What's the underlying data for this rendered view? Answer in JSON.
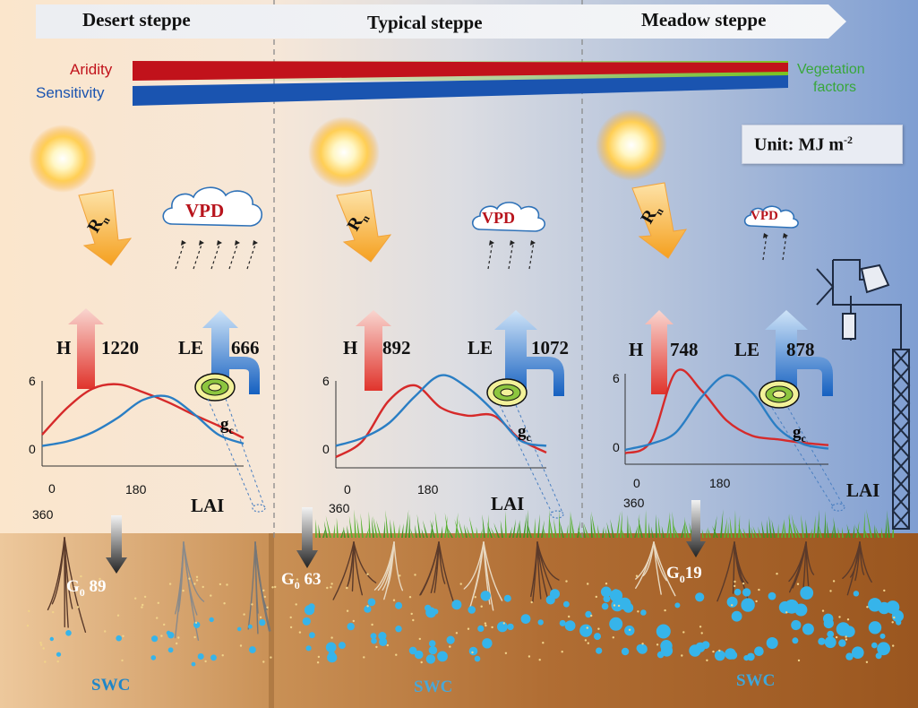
{
  "zones": [
    {
      "title": "Desert steppe",
      "H": "1220",
      "LE": "666",
      "G0": "89"
    },
    {
      "title": "Typical steppe",
      "H": "892",
      "LE": "1072",
      "G0": "63"
    },
    {
      "title": "Meadow steppe",
      "H": "748",
      "LE": "878",
      "G0": "19"
    }
  ],
  "gradient": {
    "aridity_label": "Aridity",
    "sensitivity_label": "Sensitivity",
    "vegetation_label_line1": "Vegetation",
    "vegetation_label_line2": "factors",
    "aridity_color": "#c1121b",
    "sensitivity_color": "#1a54b0",
    "vegetation_color": "#7cc520"
  },
  "unit": {
    "text": "Unit: MJ m",
    "exponent": "-2"
  },
  "labels": {
    "rn": "R",
    "rn_sub": "n",
    "vpd": "VPD",
    "h": "H",
    "le": "LE",
    "gc": "g",
    "gc_sub": "c",
    "lai": "LAI",
    "g0": "G",
    "g0_sub": "0",
    "swc": "SWC"
  },
  "chart_axes": {
    "y_ticks": [
      "6",
      "0"
    ],
    "x_ticks": [
      "0",
      "180",
      "360"
    ]
  },
  "chart_data": [
    {
      "type": "line",
      "title": "Desert steppe diurnal fluxes",
      "x": [
        0,
        45,
        90,
        135,
        180,
        225,
        270,
        315,
        360
      ],
      "xlim": [
        0,
        360
      ],
      "ylim": [
        0,
        6
      ],
      "series": [
        {
          "name": "H",
          "color": "#d62a2a",
          "values": [
            1.2,
            3.6,
            5.3,
            5.7,
            5.0,
            4.1,
            3.0,
            2.0,
            0.9
          ]
        },
        {
          "name": "LE",
          "color": "#2a7ec4",
          "values": [
            0.2,
            0.6,
            1.4,
            2.7,
            4.3,
            4.6,
            3.1,
            1.2,
            0.4
          ]
        }
      ]
    },
    {
      "type": "line",
      "title": "Typical steppe diurnal fluxes",
      "x": [
        0,
        45,
        90,
        135,
        180,
        225,
        270,
        315,
        360
      ],
      "xlim": [
        0,
        360
      ],
      "ylim": [
        0,
        6
      ],
      "series": [
        {
          "name": "H",
          "color": "#d62a2a",
          "values": [
            -0.8,
            0.6,
            4.2,
            5.6,
            3.6,
            2.9,
            2.9,
            0.8,
            -0.4
          ]
        },
        {
          "name": "LE",
          "color": "#2a7ec4",
          "values": [
            0.2,
            0.9,
            2.2,
            4.6,
            6.5,
            5.4,
            3.3,
            0.7,
            0.2
          ]
        }
      ]
    },
    {
      "type": "line",
      "title": "Meadow steppe diurnal fluxes",
      "x": [
        0,
        45,
        90,
        135,
        180,
        225,
        270,
        315,
        360
      ],
      "xlim": [
        0,
        360
      ],
      "ylim": [
        0,
        6
      ],
      "series": [
        {
          "name": "H",
          "color": "#d62a2a",
          "values": [
            -0.6,
            0.4,
            6.4,
            4.8,
            2.2,
            0.9,
            0.6,
            0.3,
            0.1
          ]
        },
        {
          "name": "LE",
          "color": "#2a7ec4",
          "values": [
            -0.3,
            0.2,
            1.2,
            4.2,
            6.1,
            4.6,
            1.6,
            0.2,
            -0.2
          ]
        }
      ]
    }
  ]
}
